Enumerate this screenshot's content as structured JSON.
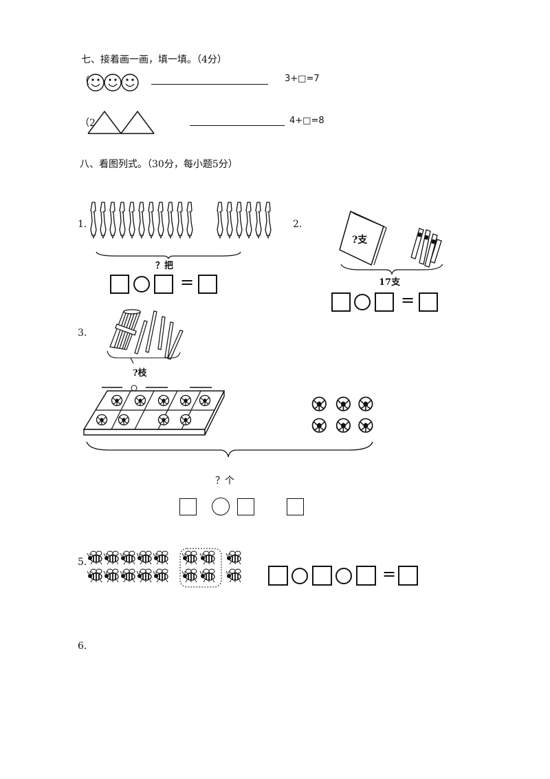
{
  "section7": {
    "title": "七、接着画一画，填一填。（4分）",
    "q1_prefix": "（",
    "q1_eq": "3+□=7",
    "q2_prefix": "（2",
    "q2_eq": "4+□=8"
  },
  "section8": {
    "title": "八、看图列式。（30分，每小题5分）",
    "p1": {
      "number": "1.",
      "label": "？把",
      "eq": "="
    },
    "p2": {
      "number": "2.",
      "box_label": "?支",
      "total": "17支",
      "eq": "="
    },
    "p3": {
      "number": "3.",
      "label": "?枝"
    },
    "p4": {
      "label": "？个"
    },
    "p5": {
      "number": "5.",
      "eq": "="
    },
    "p6": {
      "number": "6."
    }
  }
}
